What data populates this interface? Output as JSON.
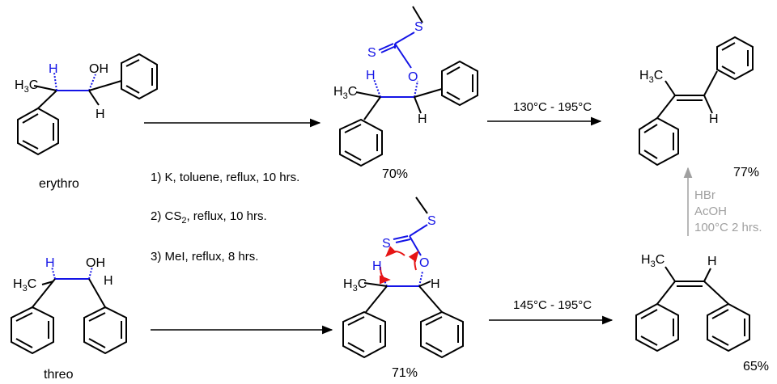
{
  "labels": {
    "erythro": "erythro",
    "threo": "threo"
  },
  "conditions": {
    "step1": "1) K, toluene, reflux, 10 hrs.",
    "step2_a": "2) CS",
    "step2_sub": "2",
    "step2_b": ", reflux, 10 hrs.",
    "step3": "3) MeI, reflux, 8 hrs.",
    "thermal_top": "130°C - 195°C",
    "thermal_bottom": "145°C - 195°C",
    "isom_1": "HBr",
    "isom_2": "AcOH",
    "isom_3": "100°C 2 hrs."
  },
  "yields": {
    "xanthate_erythro": "70%",
    "xanthate_threo": "71%",
    "alkene_top": "77%",
    "alkene_bottom": "65%"
  },
  "atoms": {
    "H": "H",
    "OH": "OH",
    "O": "O",
    "S": "S",
    "H3": "H",
    "three": "3",
    "C": "C"
  },
  "colors": {
    "backbone": "#1414e6",
    "mechanism_arrows": "#e61414",
    "isomerization": "#a0a0a0",
    "text": "#000000"
  }
}
